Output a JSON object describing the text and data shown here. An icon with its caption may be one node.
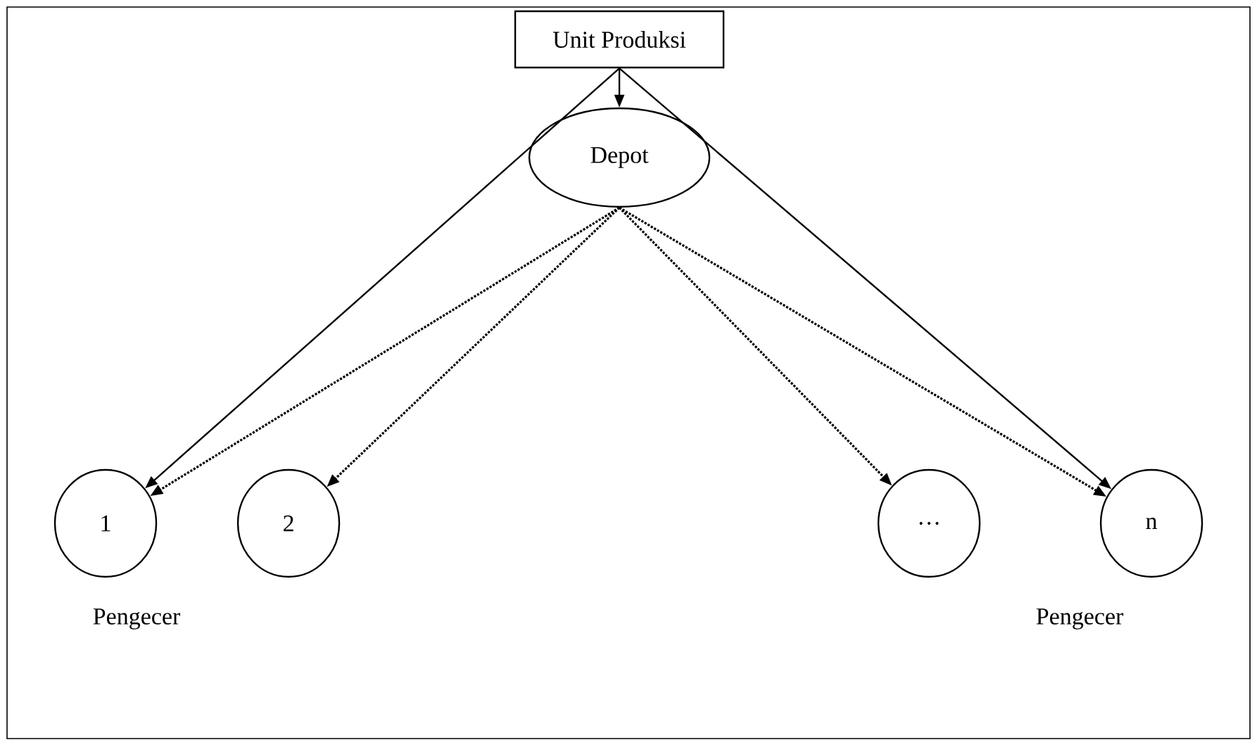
{
  "diagram": {
    "nodes": [
      {
        "text": [
          "Unit Produksi"
        ]
      },
      {
        "text": [
          "Depot"
        ]
      },
      {
        "text": [
          "1"
        ],
        "beside": [
          "Pengecer"
        ]
      },
      {
        "text": [
          "2"
        ]
      },
      {
        "text": [
          "…"
        ]
      },
      {
        "text": [
          "n"
        ],
        "beside": [
          "Pengecer"
        ]
      }
    ],
    "edges": [
      {
        "from": 0,
        "to": 1,
        "arrow": "to"
      },
      {
        "from": 0,
        "to": 2,
        "arrow": "to"
      },
      {
        "from": 0,
        "to": 5,
        "arrow": "to"
      },
      {
        "from": 1,
        "to": 2,
        "arrow": "to",
        "style": "dashed"
      },
      {
        "from": 1,
        "to": 3,
        "arrow": "to",
        "style": "dashed"
      },
      {
        "from": 1,
        "to": 4,
        "arrow": "to",
        "style": "dashed"
      },
      {
        "from": 1,
        "to": 5,
        "arrow": "to",
        "style": "dashed"
      }
    ]
  }
}
